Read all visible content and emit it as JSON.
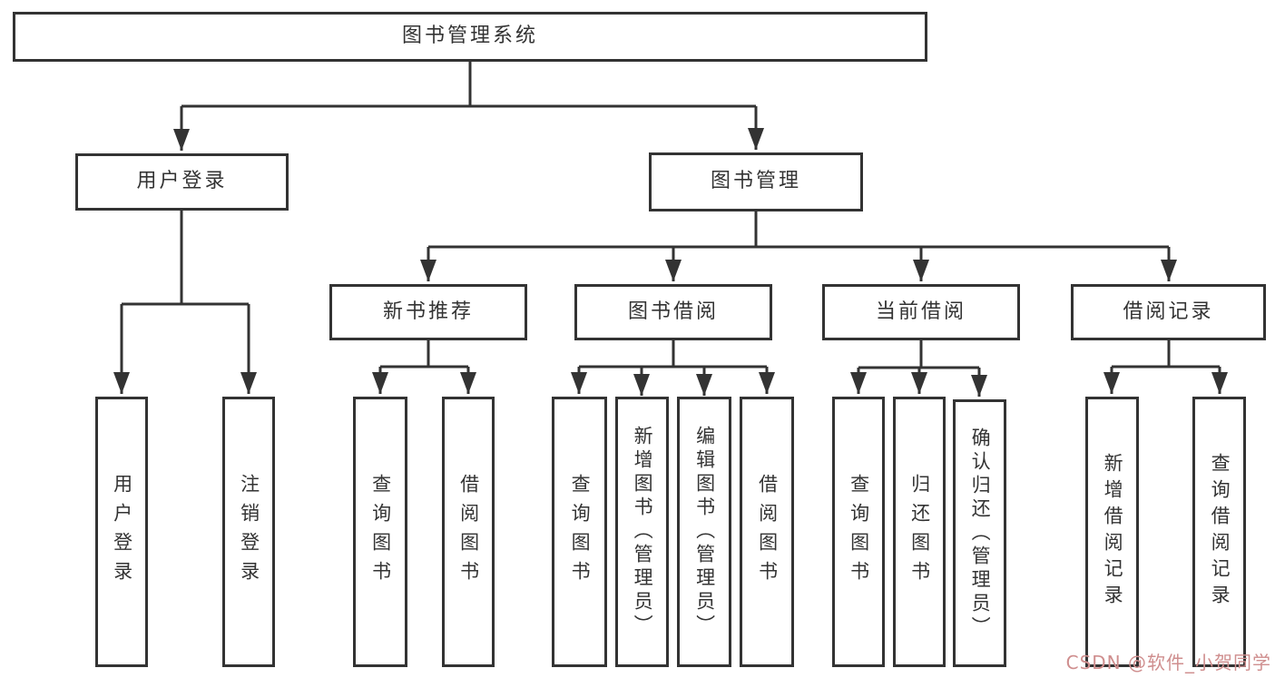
{
  "watermark": "CSDN @软件_小贺同学",
  "colors": {
    "line": "#333333",
    "text": "#333333",
    "background": "#ffffff",
    "watermark": "#cf8e8e"
  },
  "tree": {
    "root": {
      "label": "图书管理系统"
    },
    "branches": [
      {
        "label": "用户登录",
        "leaves": [
          {
            "label": "用户登录"
          },
          {
            "label": "注销登录"
          }
        ]
      },
      {
        "label": "图书管理",
        "groups": [
          {
            "label": "新书推荐",
            "leaves": [
              {
                "label": "查询图书"
              },
              {
                "label": "借阅图书"
              }
            ]
          },
          {
            "label": "图书借阅",
            "leaves": [
              {
                "label": "查询图书"
              },
              {
                "label": "新增图书（管理员）"
              },
              {
                "label": "编辑图书（管理员）"
              },
              {
                "label": "借阅图书"
              }
            ]
          },
          {
            "label": "当前借阅",
            "leaves": [
              {
                "label": "查询图书"
              },
              {
                "label": "归还图书"
              },
              {
                "label": "确认归还（管理员）"
              }
            ]
          },
          {
            "label": "借阅记录",
            "leaves": [
              {
                "label": "新增借阅记录"
              },
              {
                "label": "查询借阅记录"
              }
            ]
          }
        ]
      }
    ]
  }
}
